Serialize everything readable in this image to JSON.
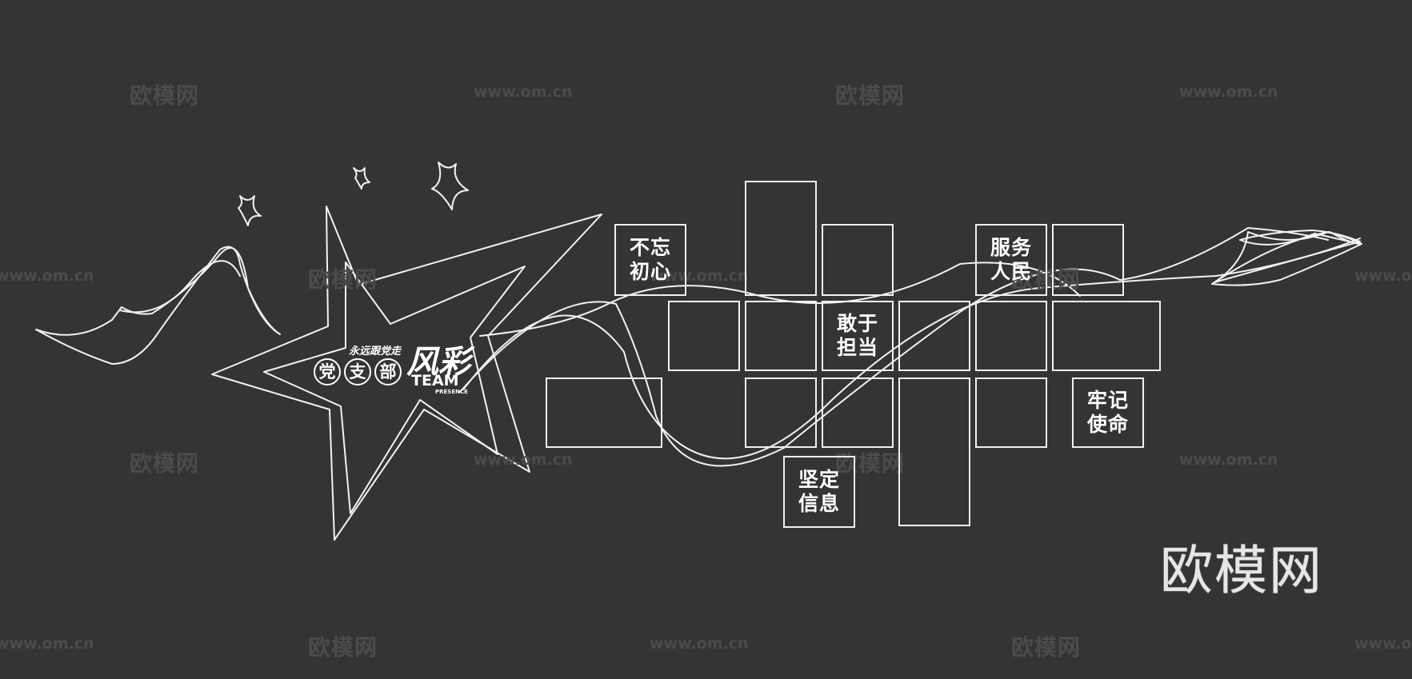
{
  "watermarks": {
    "brand_cn": "欧模网",
    "site_url": "www.om.cn",
    "site_url_partial": "www.om.cn",
    "brand_large": "欧模网"
  },
  "star_badge": {
    "small_slogan": "永远跟党走",
    "circle_chars": [
      "党",
      "支",
      "部"
    ],
    "calligraphy": "风彩",
    "team": "TEAM",
    "presence": "PRESENCE"
  },
  "panels": {
    "slogan_1": "不忘初心",
    "slogan_2": "服务人民",
    "slogan_3": "敢于担当",
    "slogan_4": "牢记使命",
    "slogan_5": "坚定信息"
  },
  "colors": {
    "background": "#343434",
    "line": "#f0f0f0",
    "watermark": "#4b4b4b"
  }
}
